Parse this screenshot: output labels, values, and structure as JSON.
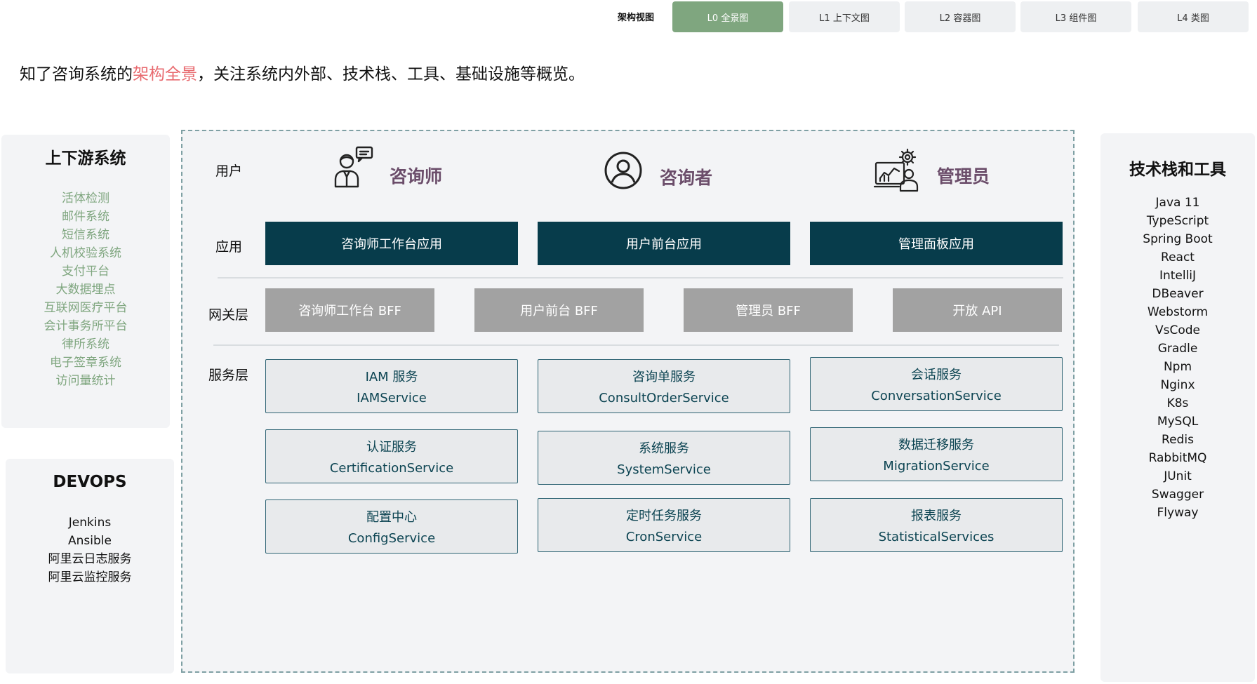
{
  "tabs": {
    "view_label": "架构视图",
    "items": [
      {
        "label": "L0 全景图",
        "active": true
      },
      {
        "label": "L1 上下文图",
        "active": false
      },
      {
        "label": "L2 容器图",
        "active": false
      },
      {
        "label": "L3 组件图",
        "active": false
      },
      {
        "label": "L4 类图",
        "active": false
      }
    ],
    "active_color": "#7fa67f"
  },
  "intro": {
    "prefix": "知了咨询系统的",
    "highlight": "架构全景",
    "suffix": "，关注系统内外部、技术栈、工具、基础设施等概览。",
    "highlight_color": "#e86a6f"
  },
  "upstream": {
    "title": "上下游系统",
    "items": [
      "活体检测",
      "邮件系统",
      "短信系统",
      "人机校验系统",
      "支付平台",
      "大数据埋点",
      "互联网医疗平台",
      "会计事务所平台",
      "律所系统",
      "电子签章系统",
      "访问量统计"
    ]
  },
  "devops": {
    "title": "DEVOPS",
    "items": [
      "Jenkins",
      "Ansible",
      "阿里云日志服务",
      "阿里云监控服务"
    ]
  },
  "techstack": {
    "title": "技术栈和工具",
    "items": [
      "Java 11",
      "TypeScript",
      "Spring Boot",
      "React",
      "IntelliJ",
      "DBeaver",
      "Webstorm",
      "VsCode",
      "Gradle",
      "Npm",
      "Nginx",
      "K8s",
      "MySQL",
      "Redis",
      "RabbitMQ",
      "JUnit",
      "Swagger",
      "Flyway"
    ]
  },
  "layers": {
    "user": "用户",
    "app": "应用",
    "gateway": "网关层",
    "service": "服务层"
  },
  "roles": [
    {
      "name": "咨询师",
      "icon": "consultant-icon"
    },
    {
      "name": "咨询者",
      "icon": "user-circle-icon"
    },
    {
      "name": "管理员",
      "icon": "admin-dashboard-icon"
    }
  ],
  "apps": [
    "咨询师工作台应用",
    "用户前台应用",
    "管理面板应用"
  ],
  "gateways": [
    "咨询师工作台 BFF",
    "用户前台 BFF",
    "管理员 BFF",
    "开放 API"
  ],
  "services": [
    {
      "cn": "IAM 服务",
      "en": "IAMService"
    },
    {
      "cn": "咨询单服务",
      "en": "ConsultOrderService"
    },
    {
      "cn": "会话服务",
      "en": "ConversationService"
    },
    {
      "cn": "认证服务",
      "en": "CertificationService"
    },
    {
      "cn": "系统服务",
      "en": "SystemService"
    },
    {
      "cn": "数据迁移服务",
      "en": "MigrationService"
    },
    {
      "cn": "配置中心",
      "en": "ConfigService"
    },
    {
      "cn": "定时任务服务",
      "en": "CronService"
    },
    {
      "cn": "报表服务",
      "en": "StatisticalServices"
    }
  ],
  "colors": {
    "app_box": "#073c4b",
    "gateway_box": "#a2a2a2",
    "role_text": "#6b4d6a",
    "service_border": "#2d6373"
  }
}
